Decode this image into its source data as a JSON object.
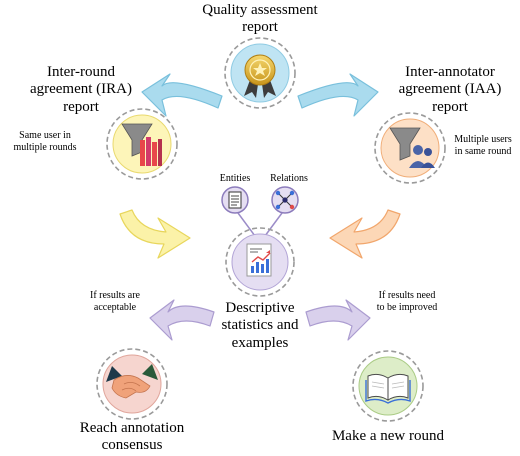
{
  "labels": {
    "quality_report": "Quality assessment\nreport",
    "ira_report": "Inter-round\nagreement (IRA)\nreport",
    "iaa_report": "Inter-annotator\nagreement (IAA)\nreport",
    "same_user": "Same user in\nmultiple rounds",
    "multiple_users": "Multiple users\nin same round",
    "entities": "Entities",
    "relations": "Relations",
    "descriptive": "Descriptive\nstatistics and\nexamples",
    "if_acceptable": "If results are\nacceptable",
    "if_improved": "If results need\nto be improved",
    "reach_consensus": "Reach annotation\nconsensus",
    "new_round": "Make a new round"
  },
  "icons": {
    "quality": "award-seal-icon",
    "ira": "funnel-books-icon",
    "iaa": "funnel-users-icon",
    "entities": "document-icon",
    "relations": "network-nodes-icon",
    "center": "chart-report-icon",
    "consensus": "handshake-icon",
    "new_round": "open-book-icon"
  },
  "colors": {
    "blue_arrow": "#aadbee",
    "blue_border": "#79c0dc",
    "yellow_arrow": "#fbf2a8",
    "yellow_border": "#e8d65c",
    "orange_arrow": "#fcd7b6",
    "orange_border": "#f1a66c",
    "purple_arrow": "#d9d0ec",
    "purple_border": "#ab9cd0",
    "circle_quality": "#bfe4f3",
    "circle_ira": "#fdf5b9",
    "circle_iaa": "#fde0c6",
    "circle_center": "#e5def2",
    "circle_consensus": "#f6d5cf",
    "circle_new_round": "#ddedc8"
  }
}
